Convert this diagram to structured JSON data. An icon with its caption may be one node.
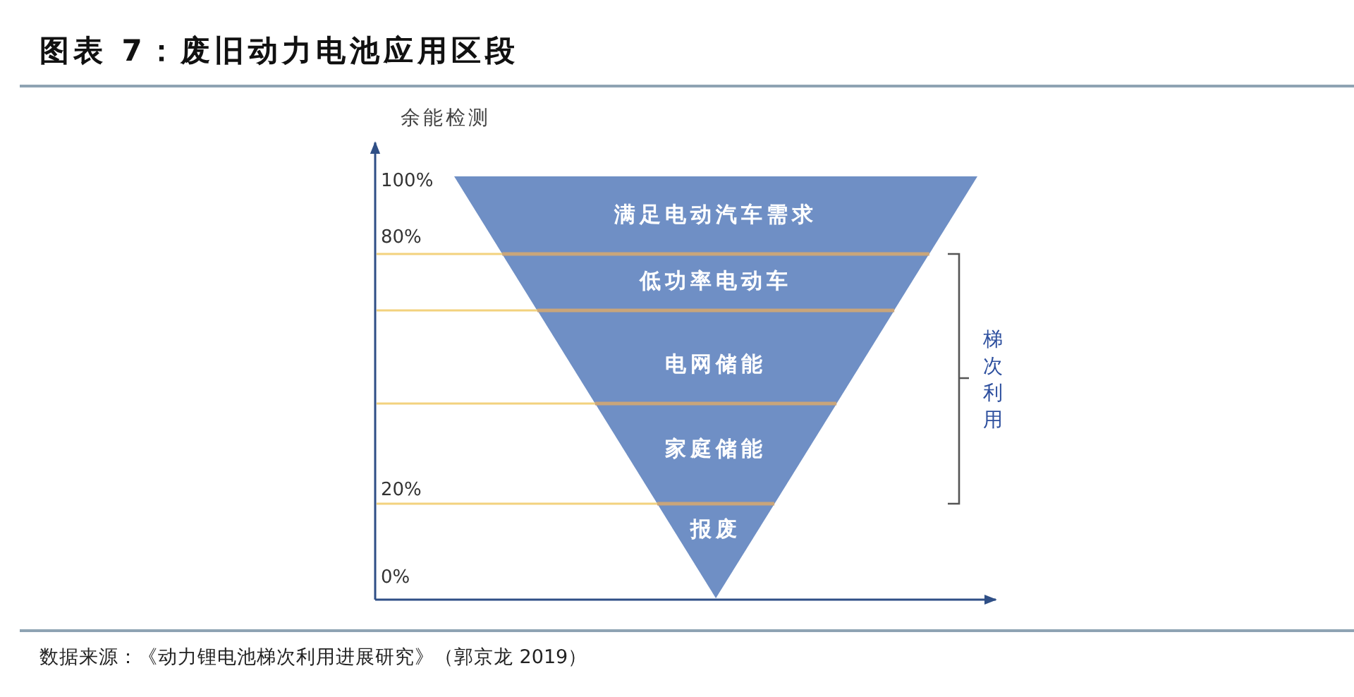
{
  "diagram": {
    "title": "图表 7：废旧动力电池应用区段",
    "nodes": [
      {
        "text": [
          "满足电动汽车需求"
        ]
      },
      {
        "text": [
          "低功率电动车"
        ]
      },
      {
        "text": [
          "电网储能"
        ]
      },
      {
        "text": [
          "家庭储能"
        ]
      },
      {
        "text": [
          "报废"
        ]
      }
    ],
    "labels": [
      "余能检测",
      "100%",
      "80%",
      "20%",
      "0%",
      "梯次利用"
    ],
    "caption": "数据来源：《动力锂电池梯次利用进展研究》（郭京龙 2019）"
  }
}
